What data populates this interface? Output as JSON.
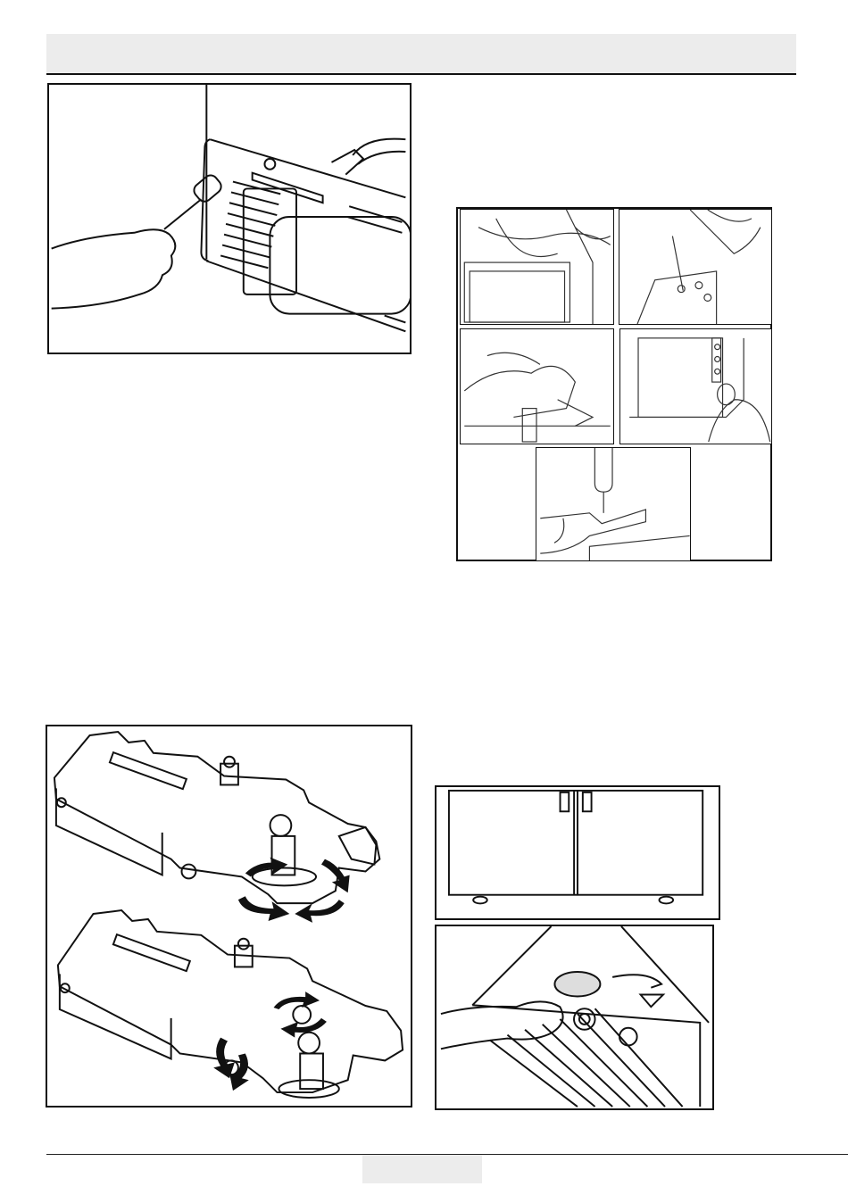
{
  "page": {
    "header_text": "",
    "page_number": ""
  },
  "figures": {
    "screwdriver_panel": {
      "icon": "screwdriver-back-panel-illustration"
    },
    "door_steps_grid": {
      "icon": "door-removal-steps-photos",
      "cells": 5
    },
    "hinge_adjustment": {
      "icon": "hinge-adjustment-illustration"
    },
    "fridge_front": {
      "icon": "refrigerator-front-doors-illustration"
    },
    "foot_adjust": {
      "icon": "leveling-foot-adjustment-illustration"
    }
  },
  "colors": {
    "line": "#111111",
    "header_bg": "#ececec"
  }
}
